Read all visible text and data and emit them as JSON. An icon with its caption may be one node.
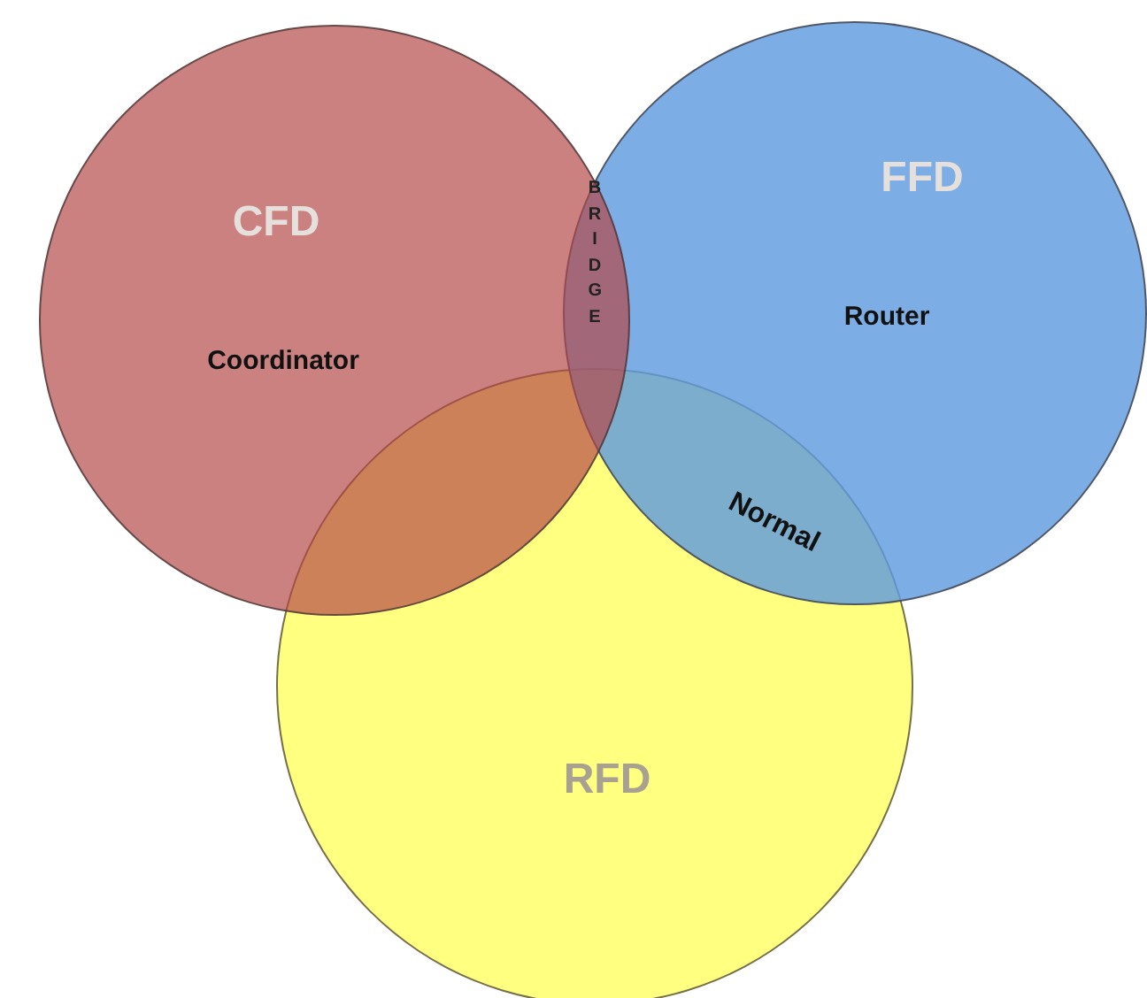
{
  "diagram": {
    "nodes": [
      {
        "text": [
          "CFD",
          "Coordinator"
        ]
      },
      {
        "text": [
          "FFD",
          "Router"
        ]
      },
      {
        "text": [
          "RFD"
        ]
      }
    ],
    "labels": [
      "BRIDGE",
      "Normal"
    ]
  }
}
